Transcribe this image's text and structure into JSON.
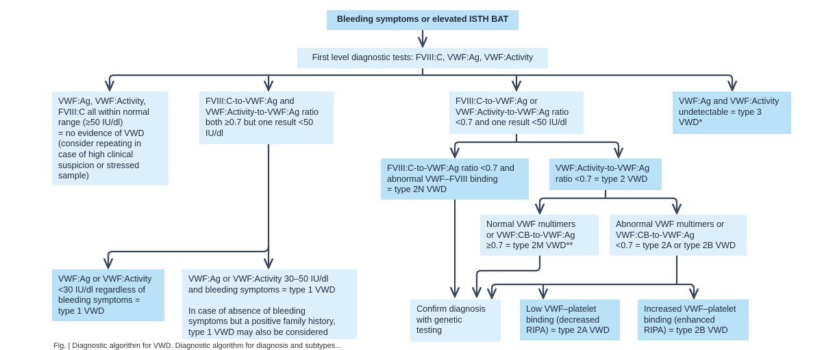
{
  "nodes": {
    "root": "Bleeding symptoms or elevated ISTH BAT",
    "first_level": "First level diagnostic tests: FVIII:C, VWF:Ag, VWF:Activity",
    "normal": "VWF:Ag, VWF:Activity,\nFVIII:C all within normal\nrange (≥50 IU/dl)\n= no evidence of VWD\n(consider repeating in\ncase of high clinical\nsuspicion or stressed\nsample)",
    "ratio_ok_low": "FVIII:C-to-VWF:Ag and\nVWF:Activity-to-VWF:Ag ratio\nboth ≥0.7 but one result <50\nIU/dl",
    "ratio_low": "FVIII:C-to-VWF:Ag or\nVWF:Activity-to-VWF:Ag ratio\n<0.7 and one result <50 IU/dl",
    "type3": "VWF:Ag and VWF:Activity\nundetectable = type 3\nVWD*",
    "type2n": "FVIII:C-to-VWF:Ag ratio <0.7 and\nabnormal VWF–FVIII binding\n= type 2N VWD",
    "type2": "VWF:Activity-to-VWF:Ag\nratio <0.7 = type 2 VWD",
    "type2m": "Normal VWF multimers\nor VWF:CB-to-VWF:Ag\n≥0.7 = type 2M VWD**",
    "type2ab": "Abnormal VWF multimers or\nVWF:CB-to-VWF:Ag\n<0.7 = type 2A or type 2B VWD",
    "type1_low": "VWF:Ag or VWF:Activity\n<30 IU/dl regardless of\nbleeding symptoms =\ntype 1 VWD",
    "type1_mid": "VWF:Ag or VWF:Activity 30–50 IU/dl\nand bleeding symptoms = type 1 VWD\n\nIn case of absence of bleeding\nsymptoms but a positive family history,\ntype 1 VWD may also be considered",
    "genetic": "Confirm diagnosis\nwith genetic\ntesting",
    "type2a": "Low VWF–platelet\nbinding (decreased\nRIPA) = type 2A VWD",
    "type2b": "Increased VWF–platelet\nbinding (enhanced\nRIPA) = type 2B VWD"
  },
  "caption": "Fig. | Diagnostic algorithm for VWD. Diagnostic algorithm for diagnosis and subtypes..."
}
